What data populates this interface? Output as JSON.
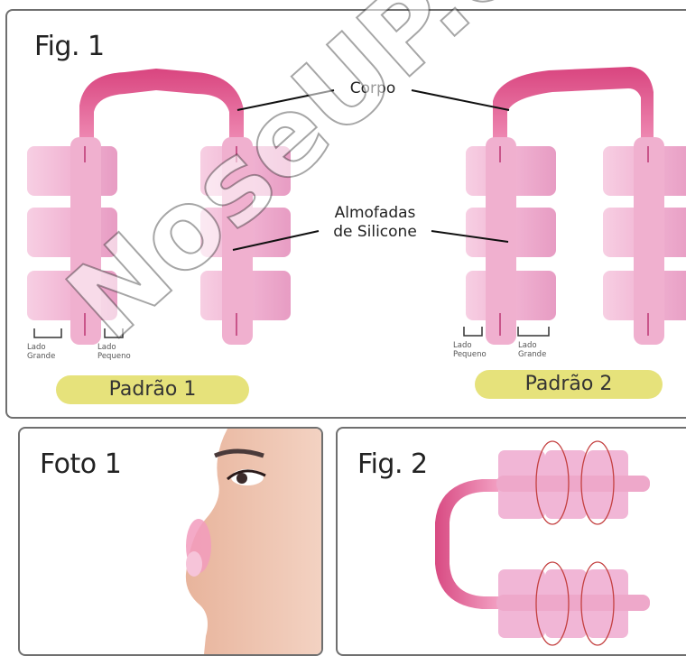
{
  "fig1": {
    "title": "Fig. 1",
    "label_body": "Corpo",
    "label_pads_line1": "Almofadas",
    "label_pads_line2": "de Silicone",
    "p1_large_line1": "Lado",
    "p1_large_line2": "Grande",
    "p1_small_line1": "Lado",
    "p1_small_line2": "Pequeno",
    "p2_small_line1": "Lado",
    "p2_small_line2": "Pequeno",
    "p2_large_line1": "Lado",
    "p2_large_line2": "Grande",
    "pattern1": "Padrão 1",
    "pattern2": "Padrão 2"
  },
  "foto1": {
    "title": "Foto 1"
  },
  "fig2": {
    "title": "Fig. 2"
  },
  "watermark": "NoseUP.com.br",
  "colors": {
    "pad_pink": "#f1b6d6",
    "body_pink": "#e0588e",
    "pill_yellow": "#e6e27b",
    "ring_red": "#c44040"
  }
}
